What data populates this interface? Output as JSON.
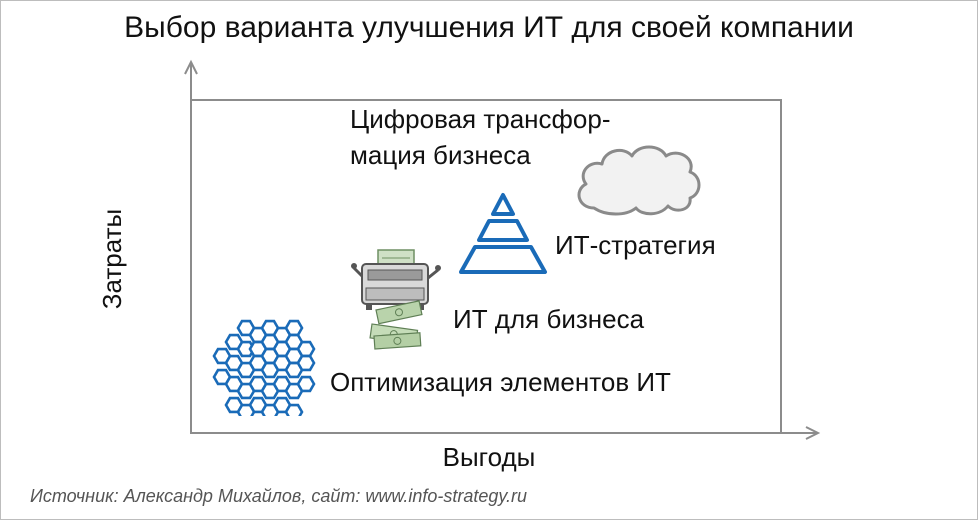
{
  "title": "Выбор варианта улучшения ИТ для своей компании",
  "axes": {
    "y_label": "Затраты",
    "x_label": "Выгоды"
  },
  "items": {
    "digital_line1": "Цифровая трансфор-",
    "digital_line2": "мация бизнеса",
    "it_strategy": "ИТ-стратегия",
    "it_for_business": "ИТ для бизнеса",
    "it_optimization": "Оптимизация элементов ИТ"
  },
  "source": "Источник: Александр Михайлов, сайт: www.info-strategy.ru",
  "icons": {
    "digital": "cloud-icon",
    "strategy": "pyramid-icon",
    "business": "printer-money-icon",
    "optimization": "hexagon-grid-icon"
  },
  "colors": {
    "accent_blue": "#1a6bb8",
    "axis": "#8c8c8c",
    "cloud_stroke": "#8a8a8a",
    "cloud_fill": "#f2f2f2",
    "money": "#7fa872"
  }
}
